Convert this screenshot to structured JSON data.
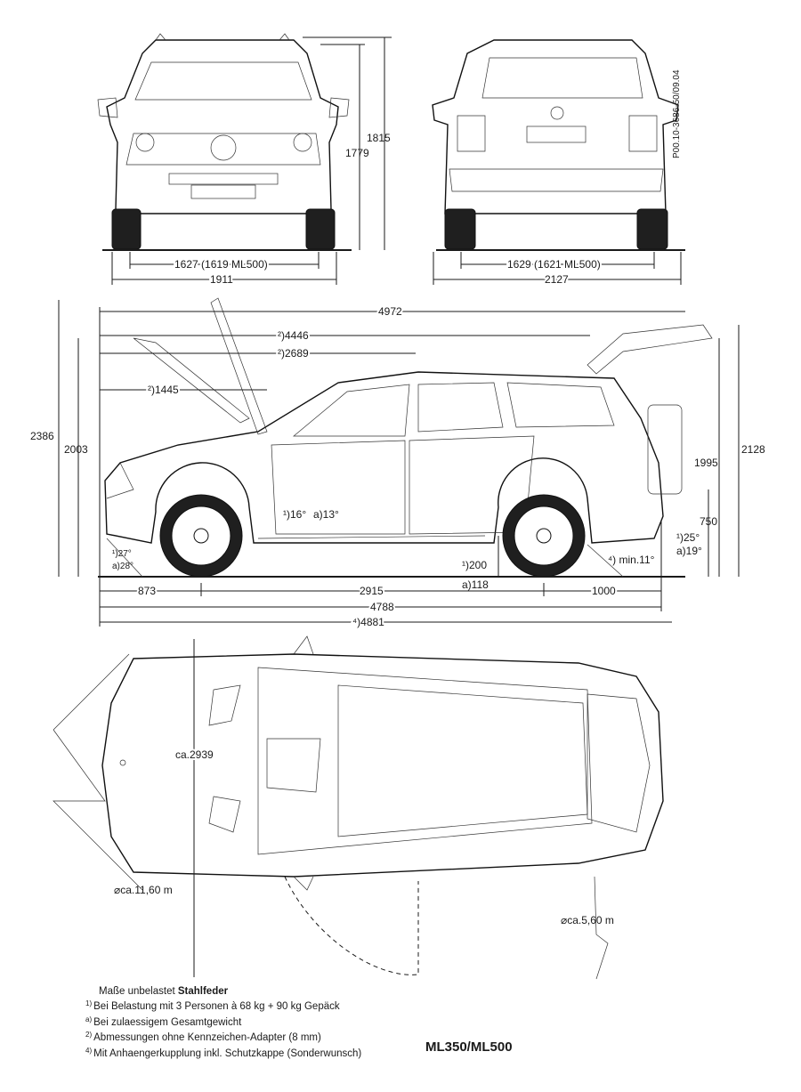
{
  "front_view": {
    "height_total": "1815",
    "height_body": "1779",
    "track": "1627 (1619 ML500)",
    "width": "1911"
  },
  "rear_view": {
    "track": "1629 (1621 ML500)",
    "width_mirrors": "2127",
    "drawing_code": "P00.10-3686-50/09.04"
  },
  "side_view": {
    "length_open_tailgate": "4972",
    "length_hood_open": "²)4446",
    "length_to_rear_door": "²)2689",
    "length_front_to_hood": "²)1445",
    "height_tailgate_open": "2386",
    "height_hood_open": "2003",
    "height_tailgate_total": "2128",
    "height_rear": "1995",
    "height_load": "750",
    "angle_front_unladen": "¹)16°",
    "angle_front_laden": "a)13°",
    "approach_unladen": "¹)27°",
    "approach_laden": "a)28°",
    "departure_unladen": "¹)25°",
    "departure_laden": "a)19°",
    "ground_clearance": "¹)200",
    "ground_clearance_laden": "a)118",
    "min_angle": "⁴) min.11°",
    "front_overhang": "873",
    "wheelbase": "2915",
    "rear_overhang": "1000",
    "length": "4788",
    "length_hitch": "⁴)4881"
  },
  "top_view": {
    "door_swing": "ca.2939",
    "turning_circle": "⌀ca.11,60 m",
    "turning_small": "⌀ca.5,60 m"
  },
  "notes": {
    "line0_prefix": "Maße unbelastet ",
    "line0_bold": "Stahlfeder",
    "line1": "Bei Belastung mit 3 Personen à 68 kg + 90 kg Gepäck",
    "line2": "Bei zulaessigem Gesamtgewicht",
    "line3": "Abmessungen ohne Kennzeichen-Adapter (8 mm)",
    "line4": "Mit Anhaengerkupplung inkl. Schutzkappe  (Sonderwunsch)",
    "mark1": "1)",
    "mark2": "a)",
    "mark3": "2)",
    "mark4": "4)"
  },
  "model": "ML350/ML500"
}
